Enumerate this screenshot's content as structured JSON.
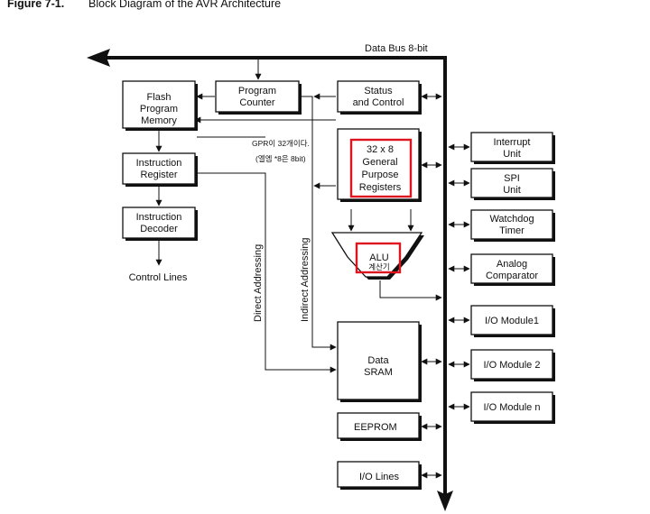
{
  "figure": {
    "number": "Figure 7-1.",
    "title": "Block Diagram of the AVR Architecture"
  },
  "labels": {
    "data_bus": "Data Bus 8-bit",
    "flash": [
      "Flash",
      "Program",
      "Memory"
    ],
    "program_counter": [
      "Program",
      "Counter"
    ],
    "status_control": [
      "Status",
      "and Control"
    ],
    "instruction_register": [
      "Instruction",
      "Register"
    ],
    "instruction_decoder": [
      "Instruction",
      "Decoder"
    ],
    "control_lines": "Control Lines",
    "gpr": [
      "32 x 8",
      "General",
      "Purpose",
      "Registers"
    ],
    "gpr_note": [
      "GPR이 32개이다.",
      "(엘엠 *8은 8bit)"
    ],
    "alu": "ALU",
    "alu_note": "계산기",
    "direct_addressing": "Direct Addressing",
    "indirect_addressing": "Indirect Addressing",
    "data_sram": [
      "Data",
      "SRAM"
    ],
    "eeprom": "EEPROM",
    "io_lines": "I/O Lines",
    "interrupt_unit": [
      "Interrupt",
      "Unit"
    ],
    "spi_unit": [
      "SPI",
      "Unit"
    ],
    "watchdog_timer": [
      "Watchdog",
      "Timer"
    ],
    "analog_comparator": [
      "Analog",
      "Comparator"
    ],
    "io_module1": "I/O Module1",
    "io_module2": "I/O Module 2",
    "io_modulen": "I/O Module n"
  },
  "colors": {
    "highlight": "#e0141e",
    "ink": "#111111"
  }
}
